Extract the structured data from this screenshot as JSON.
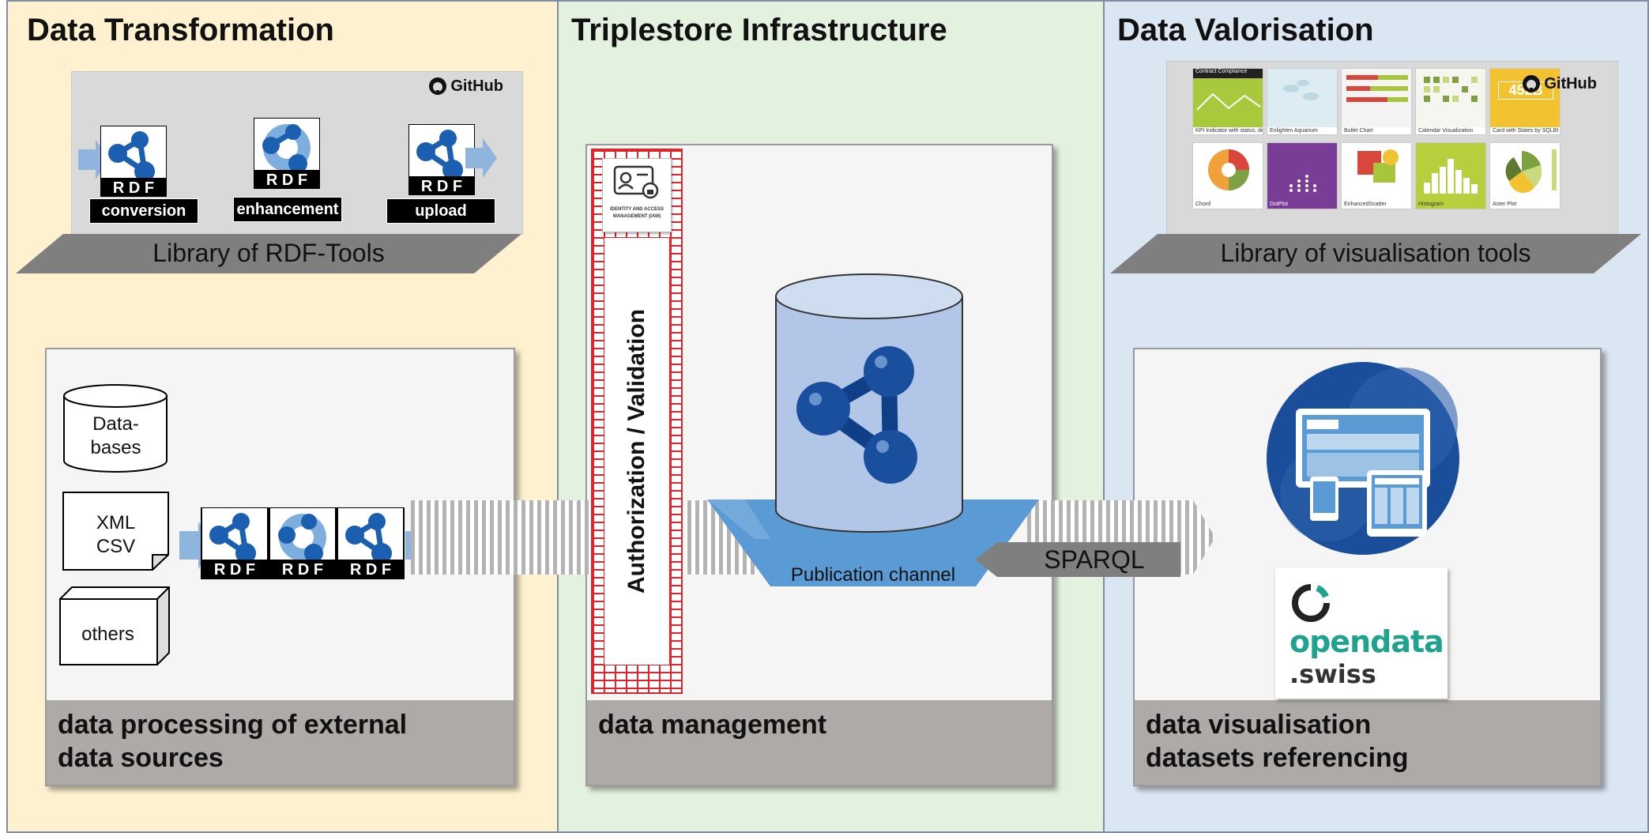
{
  "columns": {
    "transformation": {
      "title": "Data Transformation"
    },
    "triplestore": {
      "title": "Triplestore Infrastructure"
    },
    "valorisation": {
      "title": "Data Valorisation"
    }
  },
  "rdf_library": {
    "label": "Library of RDF-Tools",
    "github": "GitHub",
    "rdf_text": "R D F",
    "tools": [
      "conversion",
      "enhancement",
      "upload"
    ]
  },
  "sources": {
    "databases": "Data-\nbases",
    "files": "XML\nCSV",
    "others": "others"
  },
  "panels": {
    "processing": [
      "data processing of external",
      "data sources"
    ],
    "management": [
      "data management"
    ],
    "visualisation": [
      "data visualisation",
      "datasets referencing"
    ]
  },
  "auth": {
    "label": "Authorization / Validation",
    "iam_label": "IDENTITY AND ACCESS MANAGEMENT (IAM)"
  },
  "publication_channel": "Publication channel",
  "sparql": "SPARQL",
  "vis_library": {
    "label": "Library of visualisation tools",
    "github": "GitHub",
    "tiles": [
      {
        "name": "KPI Indicator with status, de...",
        "color": "#a9c93c",
        "header": "Contract Compliance"
      },
      {
        "name": "Enlighten Aquarium",
        "color": "#dcecf2",
        "header": ""
      },
      {
        "name": "Bullet Chart",
        "color": "#f4f4f4",
        "header": ""
      },
      {
        "name": "Calendar Visualization",
        "color": "#f6f6f0",
        "header": ""
      },
      {
        "name": "Card with States by SQLBI",
        "color": "#f3c230",
        "header": "452B"
      },
      {
        "name": "Chord",
        "color": "#ffffff",
        "header": ""
      },
      {
        "name": "DotPlot",
        "color": "#7a3d96",
        "header": ""
      },
      {
        "name": "EnhancedScatter",
        "color": "#f3f3f3",
        "header": ""
      },
      {
        "name": "Histogram",
        "color": "#b7cf3c",
        "header": ""
      },
      {
        "name": "Aster Plot",
        "color": "#ffffff",
        "header": ""
      }
    ]
  },
  "opendata": {
    "line1": "opendata",
    "line2": ".swiss"
  },
  "colors": {
    "transformation_bg": "#fdf1cf",
    "triplestore_bg": "#e3f1df",
    "valorisation_bg": "#dbe6f3",
    "rdf_blue": "#1b5fb0",
    "firewall_red": "#e0242b",
    "opendata_green": "#1fa38e"
  }
}
